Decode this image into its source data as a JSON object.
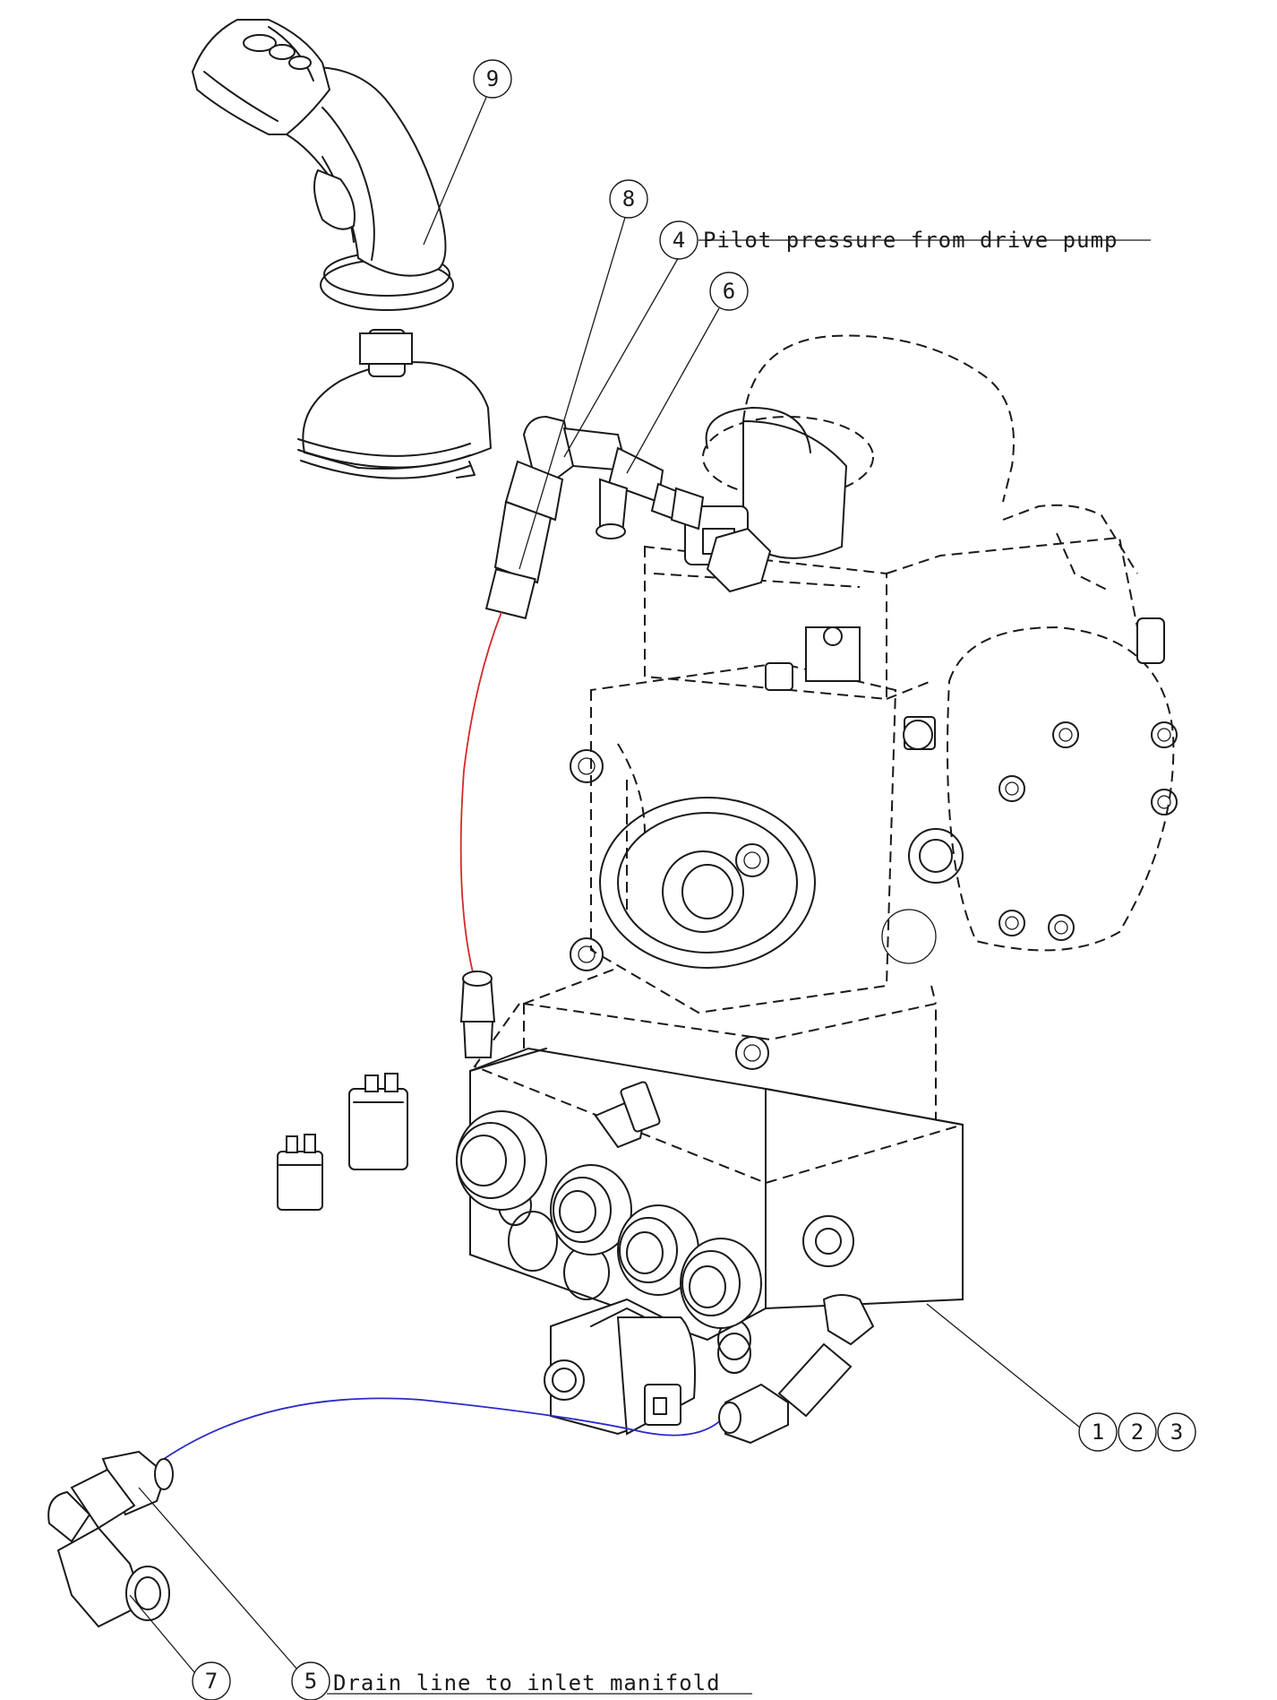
{
  "balloons": {
    "b1": "1",
    "b2": "2",
    "b3": "3",
    "b4": "4",
    "b5": "5",
    "b6": "6",
    "b7": "7",
    "b8": "8",
    "b9": "9"
  },
  "notes": {
    "pilot_pressure": "Pilot pressure from drive pump",
    "drain_line": "Drain line to inlet manifold"
  },
  "colors": {
    "pilot_hose": "#d42a2a",
    "drain_hose": "#2a2ac8",
    "ink": "#1a1a1a"
  }
}
